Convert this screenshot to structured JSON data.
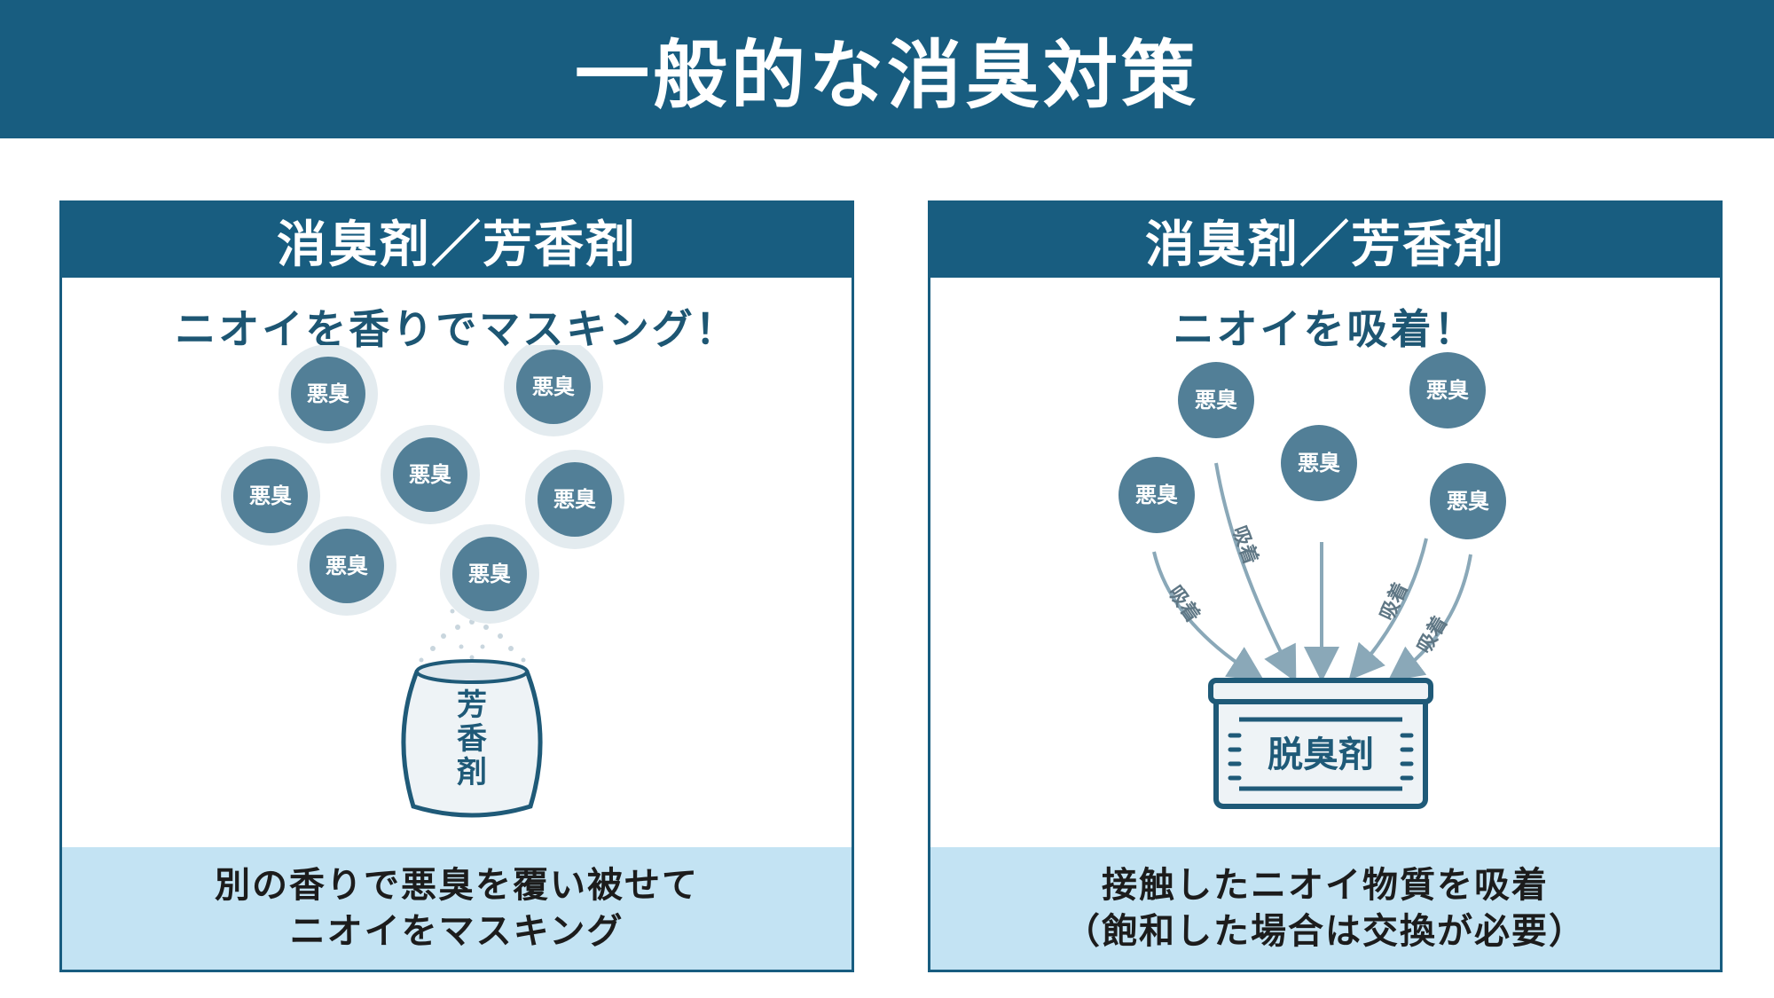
{
  "title": "一般的な消臭対策",
  "colors": {
    "banner": "#185d80",
    "bubble": "#527f97",
    "bubble_halo": "#e3ebef",
    "footer_bg": "#c3e3f3",
    "arrow": "#8aa8b8"
  },
  "left_panel": {
    "header": "消臭剤／芳香剤",
    "subtitle": "ニオイを香りでマスキング！",
    "odor_label": "悪臭",
    "container_label": [
      "芳",
      "香",
      "剤"
    ],
    "footer_lines": [
      "別の香りで悪臭を覆い被せて",
      "ニオイをマスキング"
    ]
  },
  "right_panel": {
    "header": "消臭剤／芳香剤",
    "subtitle": "ニオイを吸着！",
    "odor_label": "悪臭",
    "arrow_label": "吸着",
    "box_label": "脱臭剤",
    "footer_lines": [
      "接触したニオイ物質を吸着",
      "（飽和した場合は交換が必要）"
    ]
  }
}
